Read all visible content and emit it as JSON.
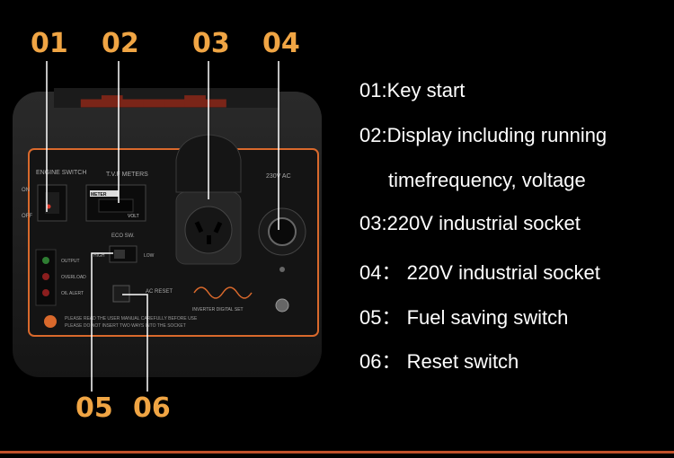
{
  "callouts": [
    "01",
    "02",
    "03",
    "04",
    "05",
    "06"
  ],
  "legend": [
    "01:Key start",
    "02:Display including running",
    "timefrequency, voltage",
    "03:220V industrial socket",
    "04： 220V industrial socket",
    "05： Fuel saving switch",
    "06： Reset switch"
  ],
  "panel": {
    "engine_switch": "ENGINE SWITCH",
    "on": "ON",
    "off": "OFF",
    "meters": "T.V.F METERS",
    "meter_badge": "METER",
    "volt": "VOLT",
    "voltage_label": "230V AC",
    "eco": "ECO SW.",
    "high": "HIGH",
    "low": "LOW",
    "output": "OUTPUT",
    "overload": "OVERLOAD",
    "oil_alert": "OIL ALERT",
    "ac_reset": "AC RESET",
    "inverter": "INVERTER DIGITAL SET",
    "warning1": "PLEASE READ THE USER MANUAL CAREFULLY BEFORE USE",
    "warning2": "PLEASE DO NOT INSERT TWO WAYS INTO THE SOCKET"
  },
  "colors": {
    "accent": "#f0a544",
    "panel_border": "#d9692c",
    "rule": "#c0502a"
  }
}
